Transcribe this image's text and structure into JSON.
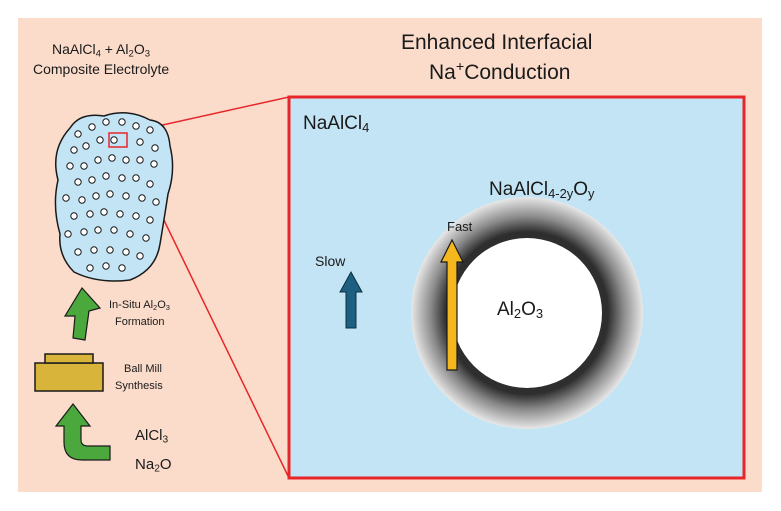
{
  "colors": {
    "background": "#fbdccb",
    "inset_fill": "#c2e4f4",
    "inset_border": "#e8262a",
    "particle_fill": "#c2e4f4",
    "arrow_green": "#4aa83c",
    "arrow_slow": "#1c5f80",
    "arrow_fast": "#f4b81c",
    "mill": "#d8b43a"
  },
  "left_panel": {
    "composite": {
      "formula": {
        "p1": "NaAlCl",
        "s1": "4",
        "p2": " + Al",
        "s2": "2",
        "p3": "O",
        "s3": "3"
      },
      "name": "Composite Electrolyte"
    },
    "in_situ": {
      "p1": "In-Situ Al",
      "s1": "2",
      "p2": "O",
      "s2": "3",
      "line2": "Formation"
    },
    "ball_mill": {
      "line1": "Ball Mill",
      "line2": "Synthesis"
    },
    "precursors": {
      "alcl3": {
        "p": "AlCl",
        "s": "3"
      },
      "na2o": {
        "p1": "Na",
        "s": "2",
        "p2": "O"
      }
    }
  },
  "right_panel": {
    "title_line1": "Enhanced Interfacial",
    "title_line2": {
      "p1": "Na",
      "sup": "+",
      "p2": "Conduction"
    },
    "matrix_label": {
      "p": "NaAlCl",
      "s": "4"
    },
    "shell_label": {
      "p1": "NaAlCl",
      "s1": "4-2y",
      "p2": "O",
      "s2": "y"
    },
    "core_label": {
      "p1": "Al",
      "s1": "2",
      "p2": "O",
      "s2": "3"
    },
    "slow_label": "Slow",
    "fast_label": "Fast"
  }
}
